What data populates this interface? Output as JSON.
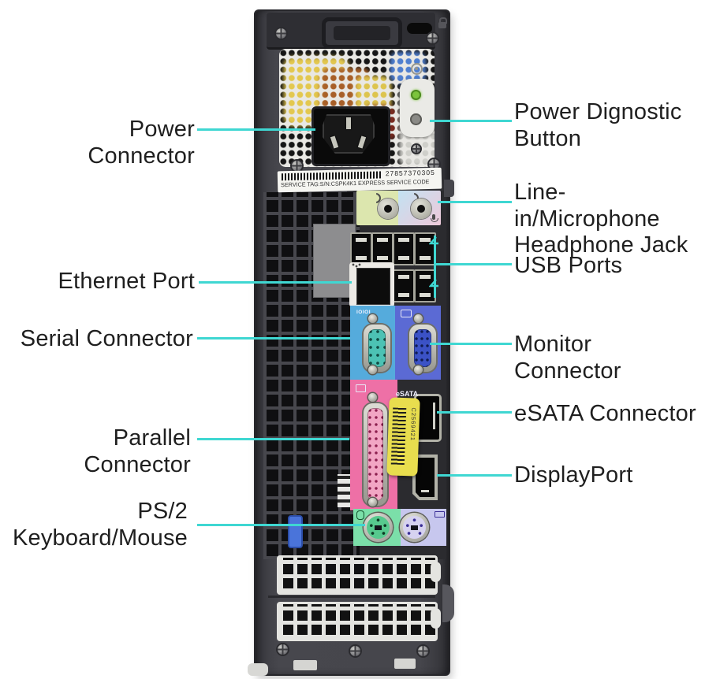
{
  "diagram": {
    "subject": "desktop-computer-rear-panel"
  },
  "callouts": {
    "power_connector": {
      "line1": "Power Connector"
    },
    "power_diagnostic": {
      "line1": "Power Dignostic",
      "line2": "Button"
    },
    "line_in": {
      "line1": "Line-in/Microphone",
      "line2": "Headphone Jack"
    },
    "ethernet": {
      "line1": "Ethernet Port"
    },
    "usb": {
      "line1": "USB Ports"
    },
    "serial": {
      "line1": "Serial Connector"
    },
    "monitor": {
      "line1": "Monitor Connector"
    },
    "esata": {
      "line1": "eSATA Connector"
    },
    "parallel": {
      "line1": "Parallel Connector"
    },
    "displayport": {
      "line1": "DisplayPort"
    },
    "ps2": {
      "line1": "PS/2",
      "line2": "Keyboard/Mouse"
    }
  },
  "chassis_text": {
    "service_tag_number": "27857370305",
    "service_tag_line": "SERVICE TAG:S/N:CSPK4K1 EXPRESS SERVICE CODE",
    "asset_tag": "C2569421",
    "esata_port_label": "eSATA",
    "serial_port_glyph": "IOIOI"
  },
  "icons": {
    "padlock_icon": "css-padlock-shape",
    "diagnostic_indicator_icon": "css-circled-dot",
    "audio_out_icon": "css-arc",
    "audio_in_icon": "css-arc",
    "microphone_icon": "css-mic-shape",
    "ethernet_activity_icon": "css-dots",
    "serial_port_icon": "IOIOI-text",
    "monitor_icon": "css-monitor-outline",
    "printer_icon": "css-printer-outline",
    "mouse_icon": "css-mouse-outline",
    "keyboard_icon": "css-keyboard-outline",
    "usb_bracket_tick_icon": "svg-arrow"
  },
  "colors": {
    "callout_line": "#3fd7d2",
    "chassis_body": "#46464c",
    "serial_panel": "#55abdc",
    "serial_face": "#4cc2b4",
    "monitor_panel": "#5b6ad4",
    "monitor_face": "#3b52c6",
    "parallel_panel": "#ee70a6",
    "parallel_face": "#f2a6c4",
    "ps2_mouse_panel": "#7bdfa9",
    "ps2_mouse_face": "#57c98e",
    "ps2_keyboard_panel": "#c7c7ee",
    "ps2_keyboard_face": "#d6d2f0",
    "audio_out_panel": "#dce6ae",
    "audio_in_panel_top": "#c2e2f2",
    "audio_in_panel_bottom": "#eec9da",
    "asset_sticker": "#e8dd4e",
    "diagnostic_led": "#7cc43c"
  }
}
